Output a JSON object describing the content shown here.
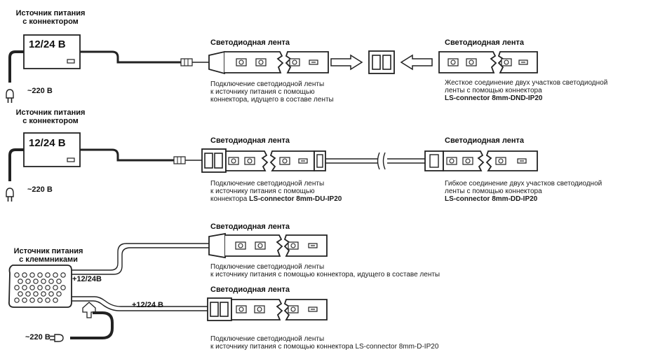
{
  "row1": {
    "psu_title_l1": "Источник питания",
    "psu_title_l2": "с коннектором",
    "psu_voltage": "12/24 В",
    "mains": "~220 В",
    "strip_a_title": "Светодиодная лента",
    "strip_b_title": "Светодиодная лента",
    "desc_a": [
      "Подключение светодиодной ленты",
      "к источнику питания с помощью",
      "коннектора, идущего в составе ленты"
    ],
    "desc_b": [
      "Жесткое соединение двух участков светодиодной",
      "ленты  с помощью коннектора"
    ],
    "desc_b_model": "LS-connector 8mm-DND-IP20"
  },
  "row2": {
    "psu_title_l1": "Источник питания",
    "psu_title_l2": "с коннектором",
    "psu_voltage": "12/24 В",
    "mains": "~220 В",
    "strip_a_title": "Светодиодная лента",
    "strip_b_title": "Светодиодная лента",
    "desc_a": [
      "Подключение светодиодной ленты",
      "к источнику питания с помощью"
    ],
    "desc_a_prefix": "коннектора ",
    "desc_a_model": "LS-connector 8mm-DU-IP20",
    "desc_b": [
      "Гибкое соединение двух участков светодиодной",
      "ленты с помощью коннектора"
    ],
    "desc_b_model": "LS-connector 8mm-DD-IP20"
  },
  "row3": {
    "psu_title_l1": "Источник питания",
    "psu_title_l2": "с клеммниками",
    "plus_voltage_1": "+12/24В",
    "plus_voltage_2": "+12/24 В",
    "mains": "~220 В",
    "strip_a_title": "Светодиодная лента",
    "strip_b_title": "Светодиодная лента",
    "desc_a": [
      "Подключение светодиодной ленты",
      "к источнику питания с помощью коннектора, идущего в составе ленты"
    ],
    "desc_b": [
      "Подключение светодиодной ленты",
      "к источнику питания с помощью коннектора  LS-connector 8mm-D-IP20"
    ]
  }
}
